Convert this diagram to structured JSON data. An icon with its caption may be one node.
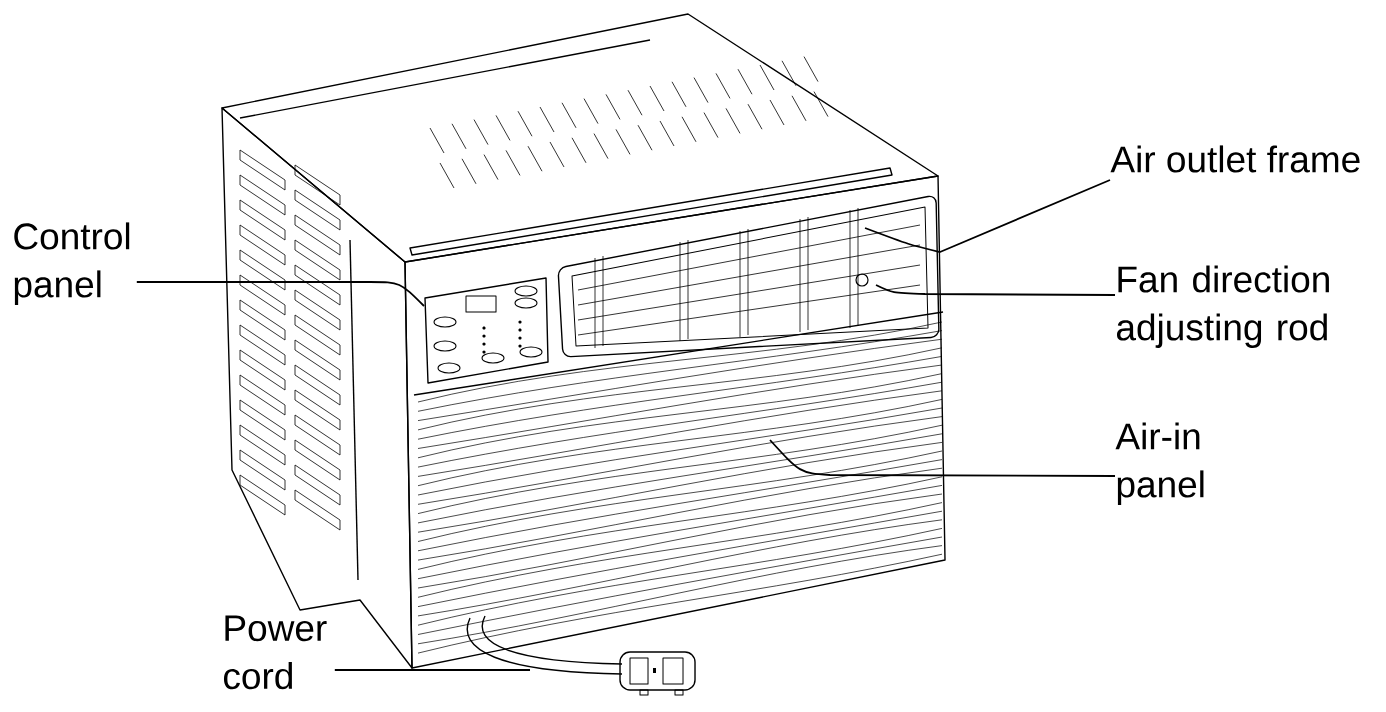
{
  "diagram": {
    "nodes": [
      {
        "text": [
          "Air outlet frame"
        ]
      },
      {
        "text": [
          "Control panel"
        ]
      },
      {
        "text": [
          "Fan direction adjusting rod"
        ]
      },
      {
        "text": [
          "Air-in panel"
        ]
      },
      {
        "text": [
          "Power cord"
        ]
      }
    ],
    "edges": [
      {
        "from": 0,
        "to": null,
        "arrow": "none"
      },
      {
        "from": 1,
        "to": null,
        "arrow": "none"
      },
      {
        "from": 2,
        "to": null,
        "arrow": "none"
      },
      {
        "from": 3,
        "to": null,
        "arrow": "none"
      },
      {
        "from": 4,
        "to": null,
        "arrow": "none"
      }
    ]
  }
}
